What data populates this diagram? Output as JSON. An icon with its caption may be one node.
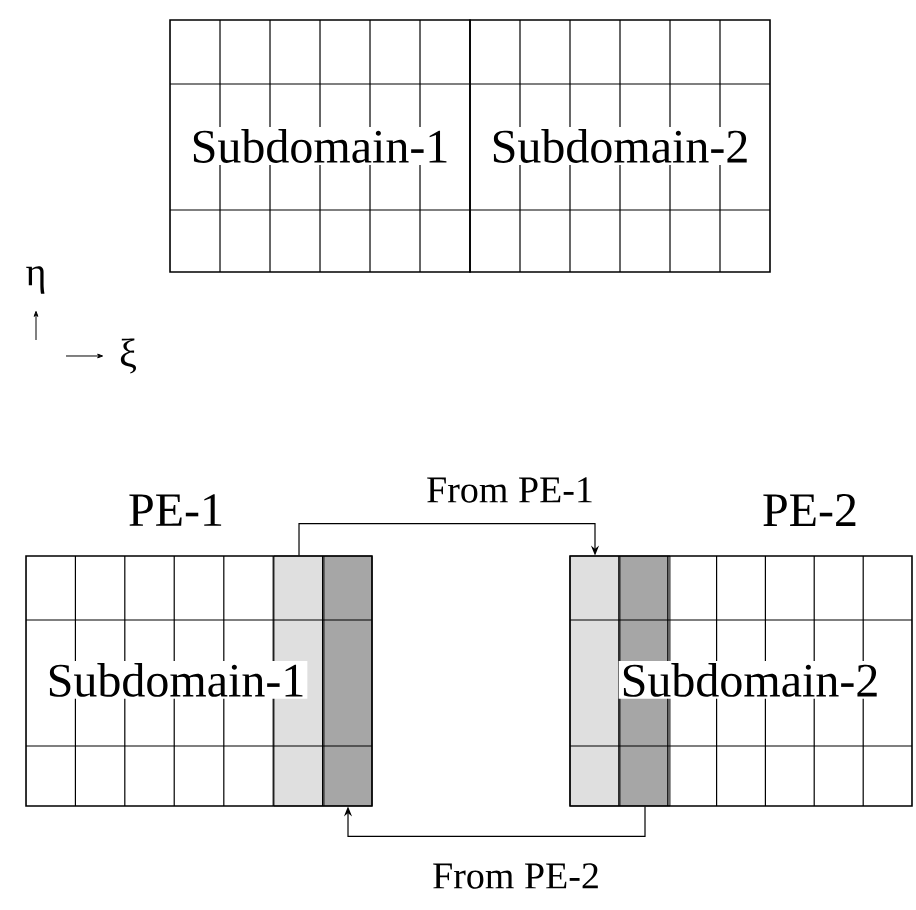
{
  "diagram": {
    "nodes": [
      {
        "text": [
          "Subdomain-1"
        ]
      },
      {
        "text": [
          "Subdomain-2"
        ]
      },
      {
        "text": [
          "PE-1",
          "Subdomain-1"
        ]
      },
      {
        "text": [],
        "shape": "box",
        "in": 2
      },
      {
        "text": [],
        "shape": "box",
        "in": 2
      },
      {
        "text": [
          "PE-2",
          "Subdomain-2"
        ]
      },
      {
        "text": [],
        "shape": "box",
        "in": 5
      },
      {
        "text": [],
        "shape": "box",
        "in": 5
      }
    ],
    "edges": [
      {
        "from": 3,
        "to": 6,
        "arrow": "to",
        "label": "From PE-1"
      },
      {
        "from": 7,
        "to": 4,
        "arrow": "to",
        "label": "From PE-2"
      }
    ],
    "labels": [
      "η",
      "ξ"
    ]
  }
}
